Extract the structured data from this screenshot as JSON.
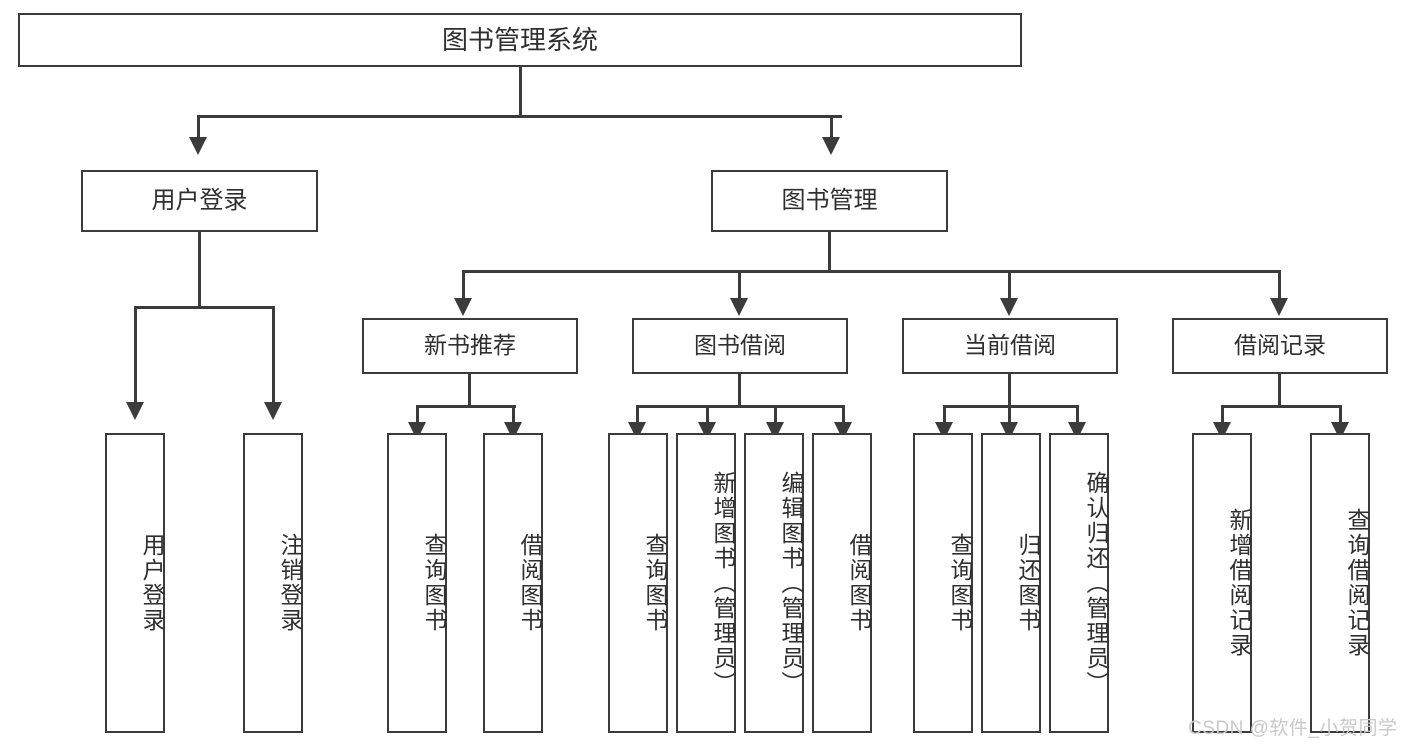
{
  "diagram": {
    "title": "图书管理系统",
    "watermark": "CSDN @软件_小贺同学",
    "colors": {
      "stroke": "#3b3b3b",
      "text": "#2f2f2f",
      "background": "#ffffff",
      "watermark": "#c9c9c9"
    },
    "nodes": {
      "root": {
        "label": "图书管理系统"
      },
      "level2": [
        {
          "id": "user-login",
          "label": "用户登录"
        },
        {
          "id": "book-management",
          "label": "图书管理"
        }
      ],
      "level3": [
        {
          "id": "new-book-recommend",
          "label": "新书推荐"
        },
        {
          "id": "book-borrow",
          "label": "图书借阅"
        },
        {
          "id": "current-borrow",
          "label": "当前借阅"
        },
        {
          "id": "borrow-record",
          "label": "借阅记录"
        }
      ],
      "leaves": {
        "user-login": [
          {
            "id": "leaf-user-login",
            "label": "用户登录"
          },
          {
            "id": "leaf-user-logout",
            "label": "注销登录"
          }
        ],
        "new-book-recommend": [
          {
            "id": "leaf-query-book-1",
            "label": "查询图书"
          },
          {
            "id": "leaf-borrow-book-1",
            "label": "借阅图书"
          }
        ],
        "book-borrow": [
          {
            "id": "leaf-query-book-2",
            "label": "查询图书"
          },
          {
            "id": "leaf-add-book",
            "label": "新增图书（管理员）"
          },
          {
            "id": "leaf-edit-book",
            "label": "编辑图书（管理员）"
          },
          {
            "id": "leaf-borrow-book-2",
            "label": "借阅图书"
          }
        ],
        "current-borrow": [
          {
            "id": "leaf-query-book-3",
            "label": "查询图书"
          },
          {
            "id": "leaf-return-book",
            "label": "归还图书"
          },
          {
            "id": "leaf-confirm-return",
            "label": "确认归还（管理员）"
          }
        ],
        "borrow-record": [
          {
            "id": "leaf-add-record",
            "label": "新增借阅记录"
          },
          {
            "id": "leaf-query-record",
            "label": "查询借阅记录"
          }
        ]
      }
    }
  }
}
